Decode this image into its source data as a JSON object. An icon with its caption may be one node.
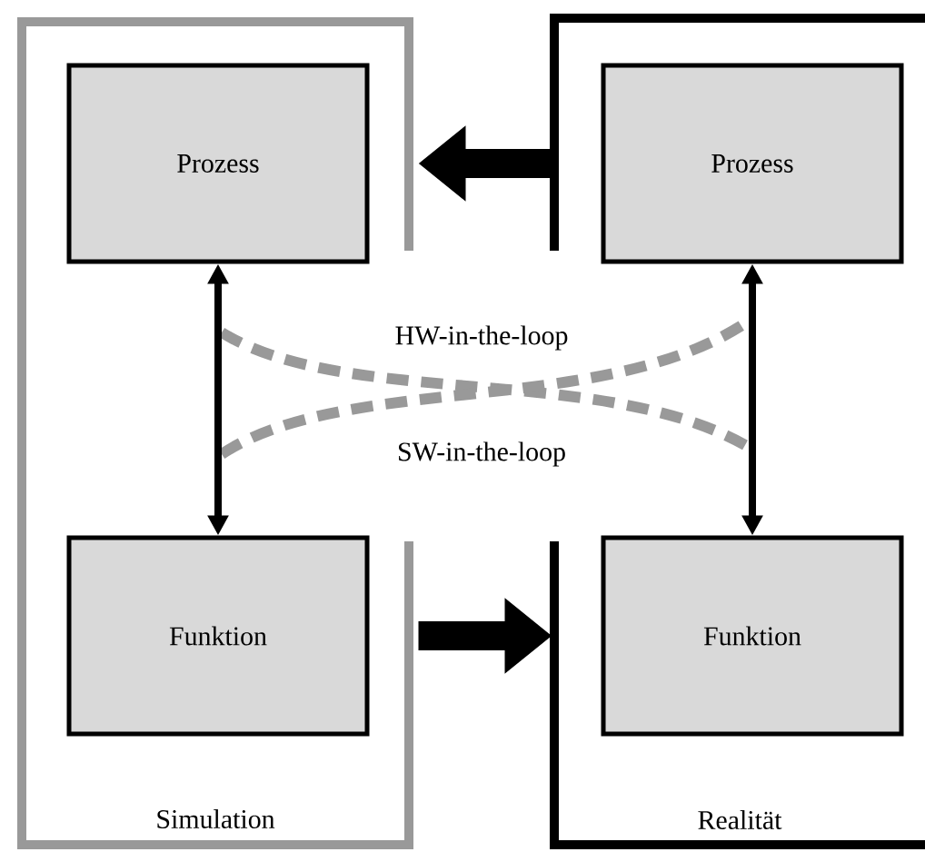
{
  "diagram": {
    "nodes": [
      {
        "text": [
          "Simulation"
        ]
      },
      {
        "text": [
          "Realität"
        ]
      },
      {
        "text": [
          "Prozess"
        ],
        "in": 0
      },
      {
        "text": [
          "Funktion"
        ],
        "in": 0
      },
      {
        "text": [
          "Prozess"
        ],
        "in": 1
      },
      {
        "text": [
          "Funktion"
        ],
        "in": 1
      }
    ],
    "edges": [
      {
        "from": 4,
        "to": 2,
        "arrow": "to",
        "style": "thick"
      },
      {
        "from": 3,
        "to": 5,
        "arrow": "to",
        "style": "thick"
      },
      {
        "from": 2,
        "to": 3,
        "arrow": "both"
      },
      {
        "from": 4,
        "to": 5,
        "arrow": "both"
      }
    ],
    "labels": [
      "HW-in-the-loop",
      "SW-in-the-loop"
    ]
  }
}
